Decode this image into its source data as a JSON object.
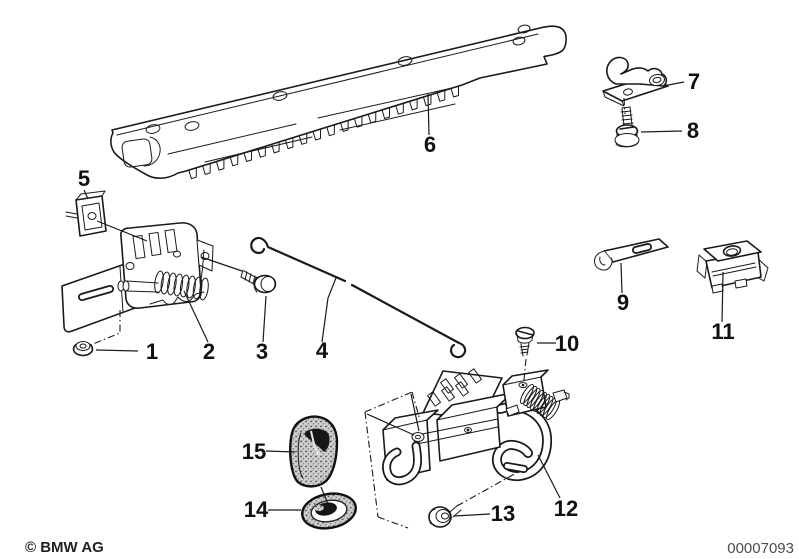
{
  "diagram": {
    "kind": "exploded-parts-line-drawing",
    "footer_copyright": "© BMW AG",
    "footer_number": "00007093"
  },
  "colors": {
    "background": "#ffffff",
    "line": "#1a1a1a",
    "footer_number_text": "#4d4d4d"
  },
  "callouts": [
    {
      "label": "1"
    },
    {
      "label": "2"
    },
    {
      "label": "3"
    },
    {
      "label": "4"
    },
    {
      "label": "5"
    },
    {
      "label": "6"
    },
    {
      "label": "7"
    },
    {
      "label": "8"
    },
    {
      "label": "9"
    },
    {
      "label": "10"
    },
    {
      "label": "11"
    },
    {
      "label": "12"
    },
    {
      "label": "13"
    },
    {
      "label": "14"
    },
    {
      "label": "15"
    }
  ]
}
